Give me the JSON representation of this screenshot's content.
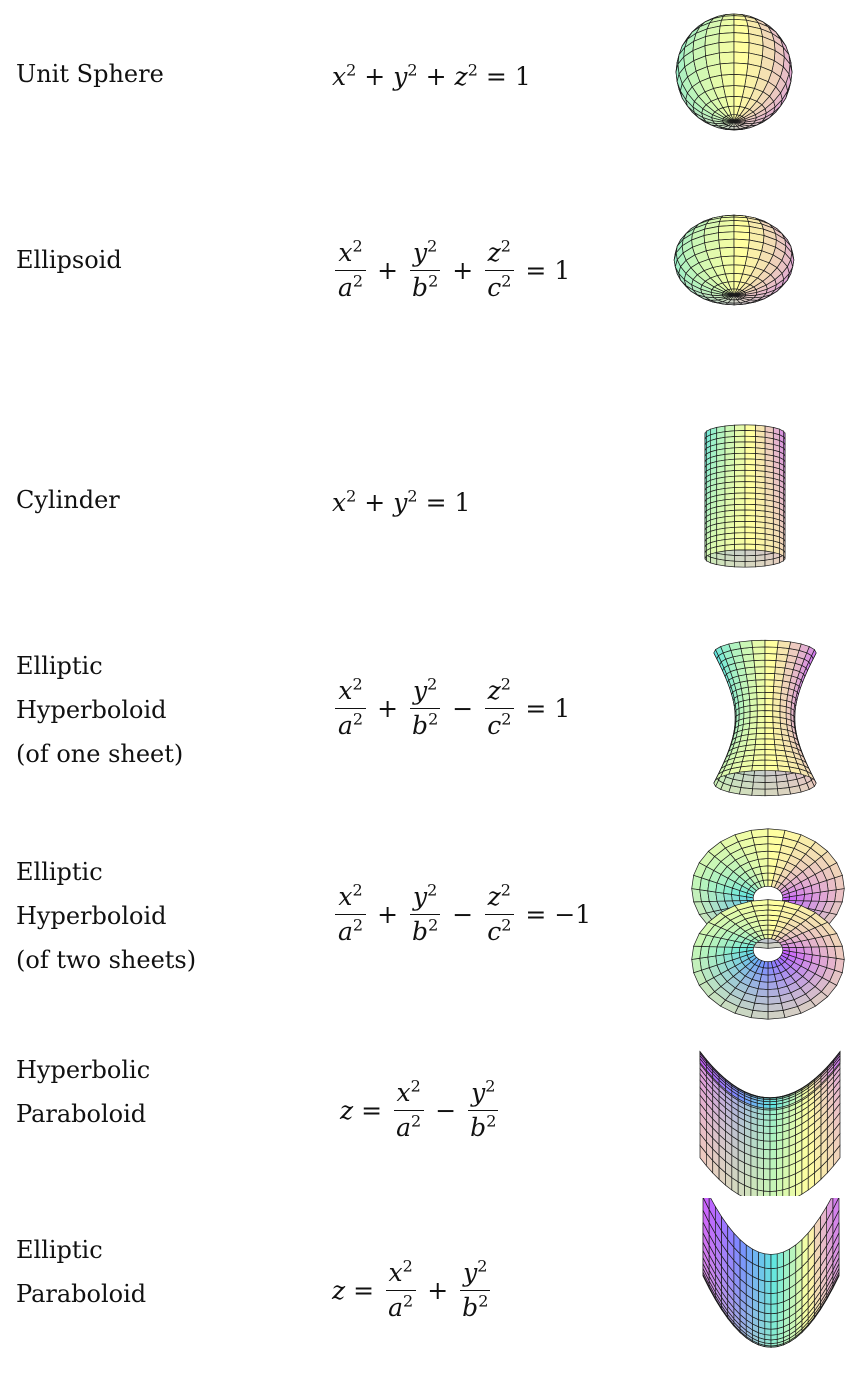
{
  "surfaces": [
    {
      "name_lines": [
        "Unit Sphere"
      ],
      "equation": {
        "terms": [
          {
            "var": "x",
            "exp": "2"
          },
          {
            "op": "+"
          },
          {
            "var": "y",
            "exp": "2"
          },
          {
            "op": "+"
          },
          {
            "var": "z",
            "exp": "2"
          },
          {
            "op": "="
          },
          {
            "const": "1"
          }
        ]
      },
      "shape_icon": "sphere-icon"
    },
    {
      "name_lines": [
        "Ellipsoid"
      ],
      "equation": {
        "terms": [
          {
            "frac": {
              "num_var": "x",
              "num_exp": "2",
              "den_var": "a",
              "den_exp": "2"
            }
          },
          {
            "op": "+"
          },
          {
            "frac": {
              "num_var": "y",
              "num_exp": "2",
              "den_var": "b",
              "den_exp": "2"
            }
          },
          {
            "op": "+"
          },
          {
            "frac": {
              "num_var": "z",
              "num_exp": "2",
              "den_var": "c",
              "den_exp": "2"
            }
          },
          {
            "op": "="
          },
          {
            "const": "1"
          }
        ]
      },
      "shape_icon": "ellipsoid-icon"
    },
    {
      "name_lines": [
        "Cylinder"
      ],
      "equation": {
        "terms": [
          {
            "var": "x",
            "exp": "2"
          },
          {
            "op": "+"
          },
          {
            "var": "y",
            "exp": "2"
          },
          {
            "op": "="
          },
          {
            "const": "1"
          }
        ]
      },
      "shape_icon": "cylinder-icon"
    },
    {
      "name_lines": [
        "Elliptic",
        "Hyperboloid",
        "(of one sheet)"
      ],
      "equation": {
        "terms": [
          {
            "frac": {
              "num_var": "x",
              "num_exp": "2",
              "den_var": "a",
              "den_exp": "2"
            }
          },
          {
            "op": "+"
          },
          {
            "frac": {
              "num_var": "y",
              "num_exp": "2",
              "den_var": "b",
              "den_exp": "2"
            }
          },
          {
            "op": "−"
          },
          {
            "frac": {
              "num_var": "z",
              "num_exp": "2",
              "den_var": "c",
              "den_exp": "2"
            }
          },
          {
            "op": "="
          },
          {
            "const": "1"
          }
        ]
      },
      "shape_icon": "hyperboloid-one-sheet-icon"
    },
    {
      "name_lines": [
        "Elliptic",
        "Hyperboloid",
        "(of two sheets)"
      ],
      "equation": {
        "terms": [
          {
            "frac": {
              "num_var": "x",
              "num_exp": "2",
              "den_var": "a",
              "den_exp": "2"
            }
          },
          {
            "op": "+"
          },
          {
            "frac": {
              "num_var": "y",
              "num_exp": "2",
              "den_var": "b",
              "den_exp": "2"
            }
          },
          {
            "op": "−"
          },
          {
            "frac": {
              "num_var": "z",
              "num_exp": "2",
              "den_var": "c",
              "den_exp": "2"
            }
          },
          {
            "op": "="
          },
          {
            "const": "−1"
          }
        ]
      },
      "shape_icon": "hyperboloid-two-sheets-icon"
    },
    {
      "name_lines": [
        "Hyperbolic",
        "Paraboloid"
      ],
      "equation": {
        "terms": [
          {
            "var": "z"
          },
          {
            "op": "="
          },
          {
            "frac": {
              "num_var": "x",
              "num_exp": "2",
              "den_var": "a",
              "den_exp": "2"
            }
          },
          {
            "op": "−"
          },
          {
            "frac": {
              "num_var": "y",
              "num_exp": "2",
              "den_var": "b",
              "den_exp": "2"
            }
          }
        ]
      },
      "shape_icon": "hyperbolic-paraboloid-icon"
    },
    {
      "name_lines": [
        "Elliptic",
        "Paraboloid"
      ],
      "equation": {
        "terms": [
          {
            "var": "z"
          },
          {
            "op": "="
          },
          {
            "frac": {
              "num_var": "x",
              "num_exp": "2",
              "den_var": "a",
              "den_exp": "2"
            }
          },
          {
            "op": "+"
          },
          {
            "frac": {
              "num_var": "y",
              "num_exp": "2",
              "den_var": "b",
              "den_exp": "2"
            }
          }
        ]
      },
      "shape_icon": "elliptic-paraboloid-icon"
    }
  ],
  "colors": {
    "text": "#111111",
    "mesh": "#1a1a1a",
    "palette": [
      "#c860ff",
      "#7a8cff",
      "#62e6e0",
      "#ffffa0",
      "#ff9ae0",
      "#f2b860"
    ]
  }
}
